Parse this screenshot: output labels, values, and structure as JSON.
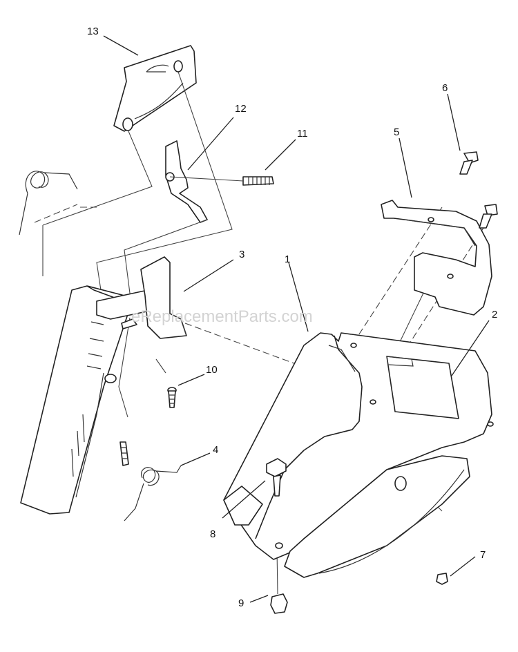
{
  "watermark": "eReplacementParts.com",
  "callouts": [
    {
      "label": "1"
    },
    {
      "label": "2"
    },
    {
      "label": "3"
    },
    {
      "label": "4"
    },
    {
      "label": "5"
    },
    {
      "label": "6"
    },
    {
      "label": "7"
    },
    {
      "label": "8"
    },
    {
      "label": "9"
    },
    {
      "label": "10"
    },
    {
      "label": "11"
    },
    {
      "label": "12"
    },
    {
      "label": "13"
    }
  ]
}
